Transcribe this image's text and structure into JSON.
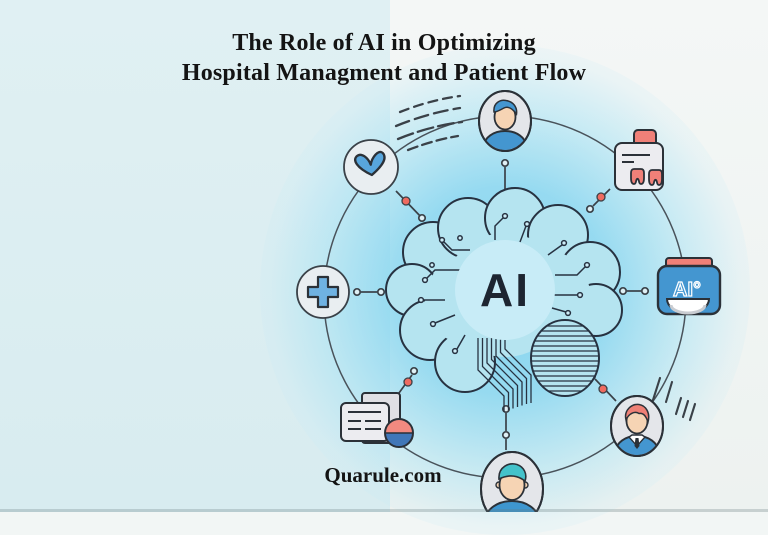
{
  "header": {
    "title_line1": "The Role of AI in Optimizing",
    "title_line2": "Hospital Managment and Patient Flow"
  },
  "watermark": {
    "text": "Quarule.com"
  },
  "diagram": {
    "hub": {
      "label": "AI",
      "description": "circuit-board brain with AI core"
    },
    "device_label": "AI°",
    "icons": [
      {
        "name": "patient-avatar",
        "position": "top"
      },
      {
        "name": "medical-record-teeth",
        "position": "top-right"
      },
      {
        "name": "ai-device",
        "position": "right"
      },
      {
        "name": "doctor-avatar",
        "position": "bottom-right"
      },
      {
        "name": "surgeon-avatar",
        "position": "bottom"
      },
      {
        "name": "documents-pie-chart",
        "position": "bottom-left"
      },
      {
        "name": "medical-cross",
        "position": "left"
      },
      {
        "name": "heart",
        "position": "top-left"
      }
    ],
    "colors": {
      "accent_blue": "#4496d0",
      "accent_salmon": "#f0756c",
      "node_red": "#ef6b60",
      "brain_fill": "#b5e4f0",
      "brain_core": "#c8ecf7",
      "outline": "#2b3138",
      "glow": "#7dd3f0",
      "bg_left": "#dcedf1",
      "bg_right": "#f2f6f5",
      "icon_gray": "#ececf0",
      "skin": "#f6d4b4",
      "teal_cap": "#44c2ca"
    }
  }
}
